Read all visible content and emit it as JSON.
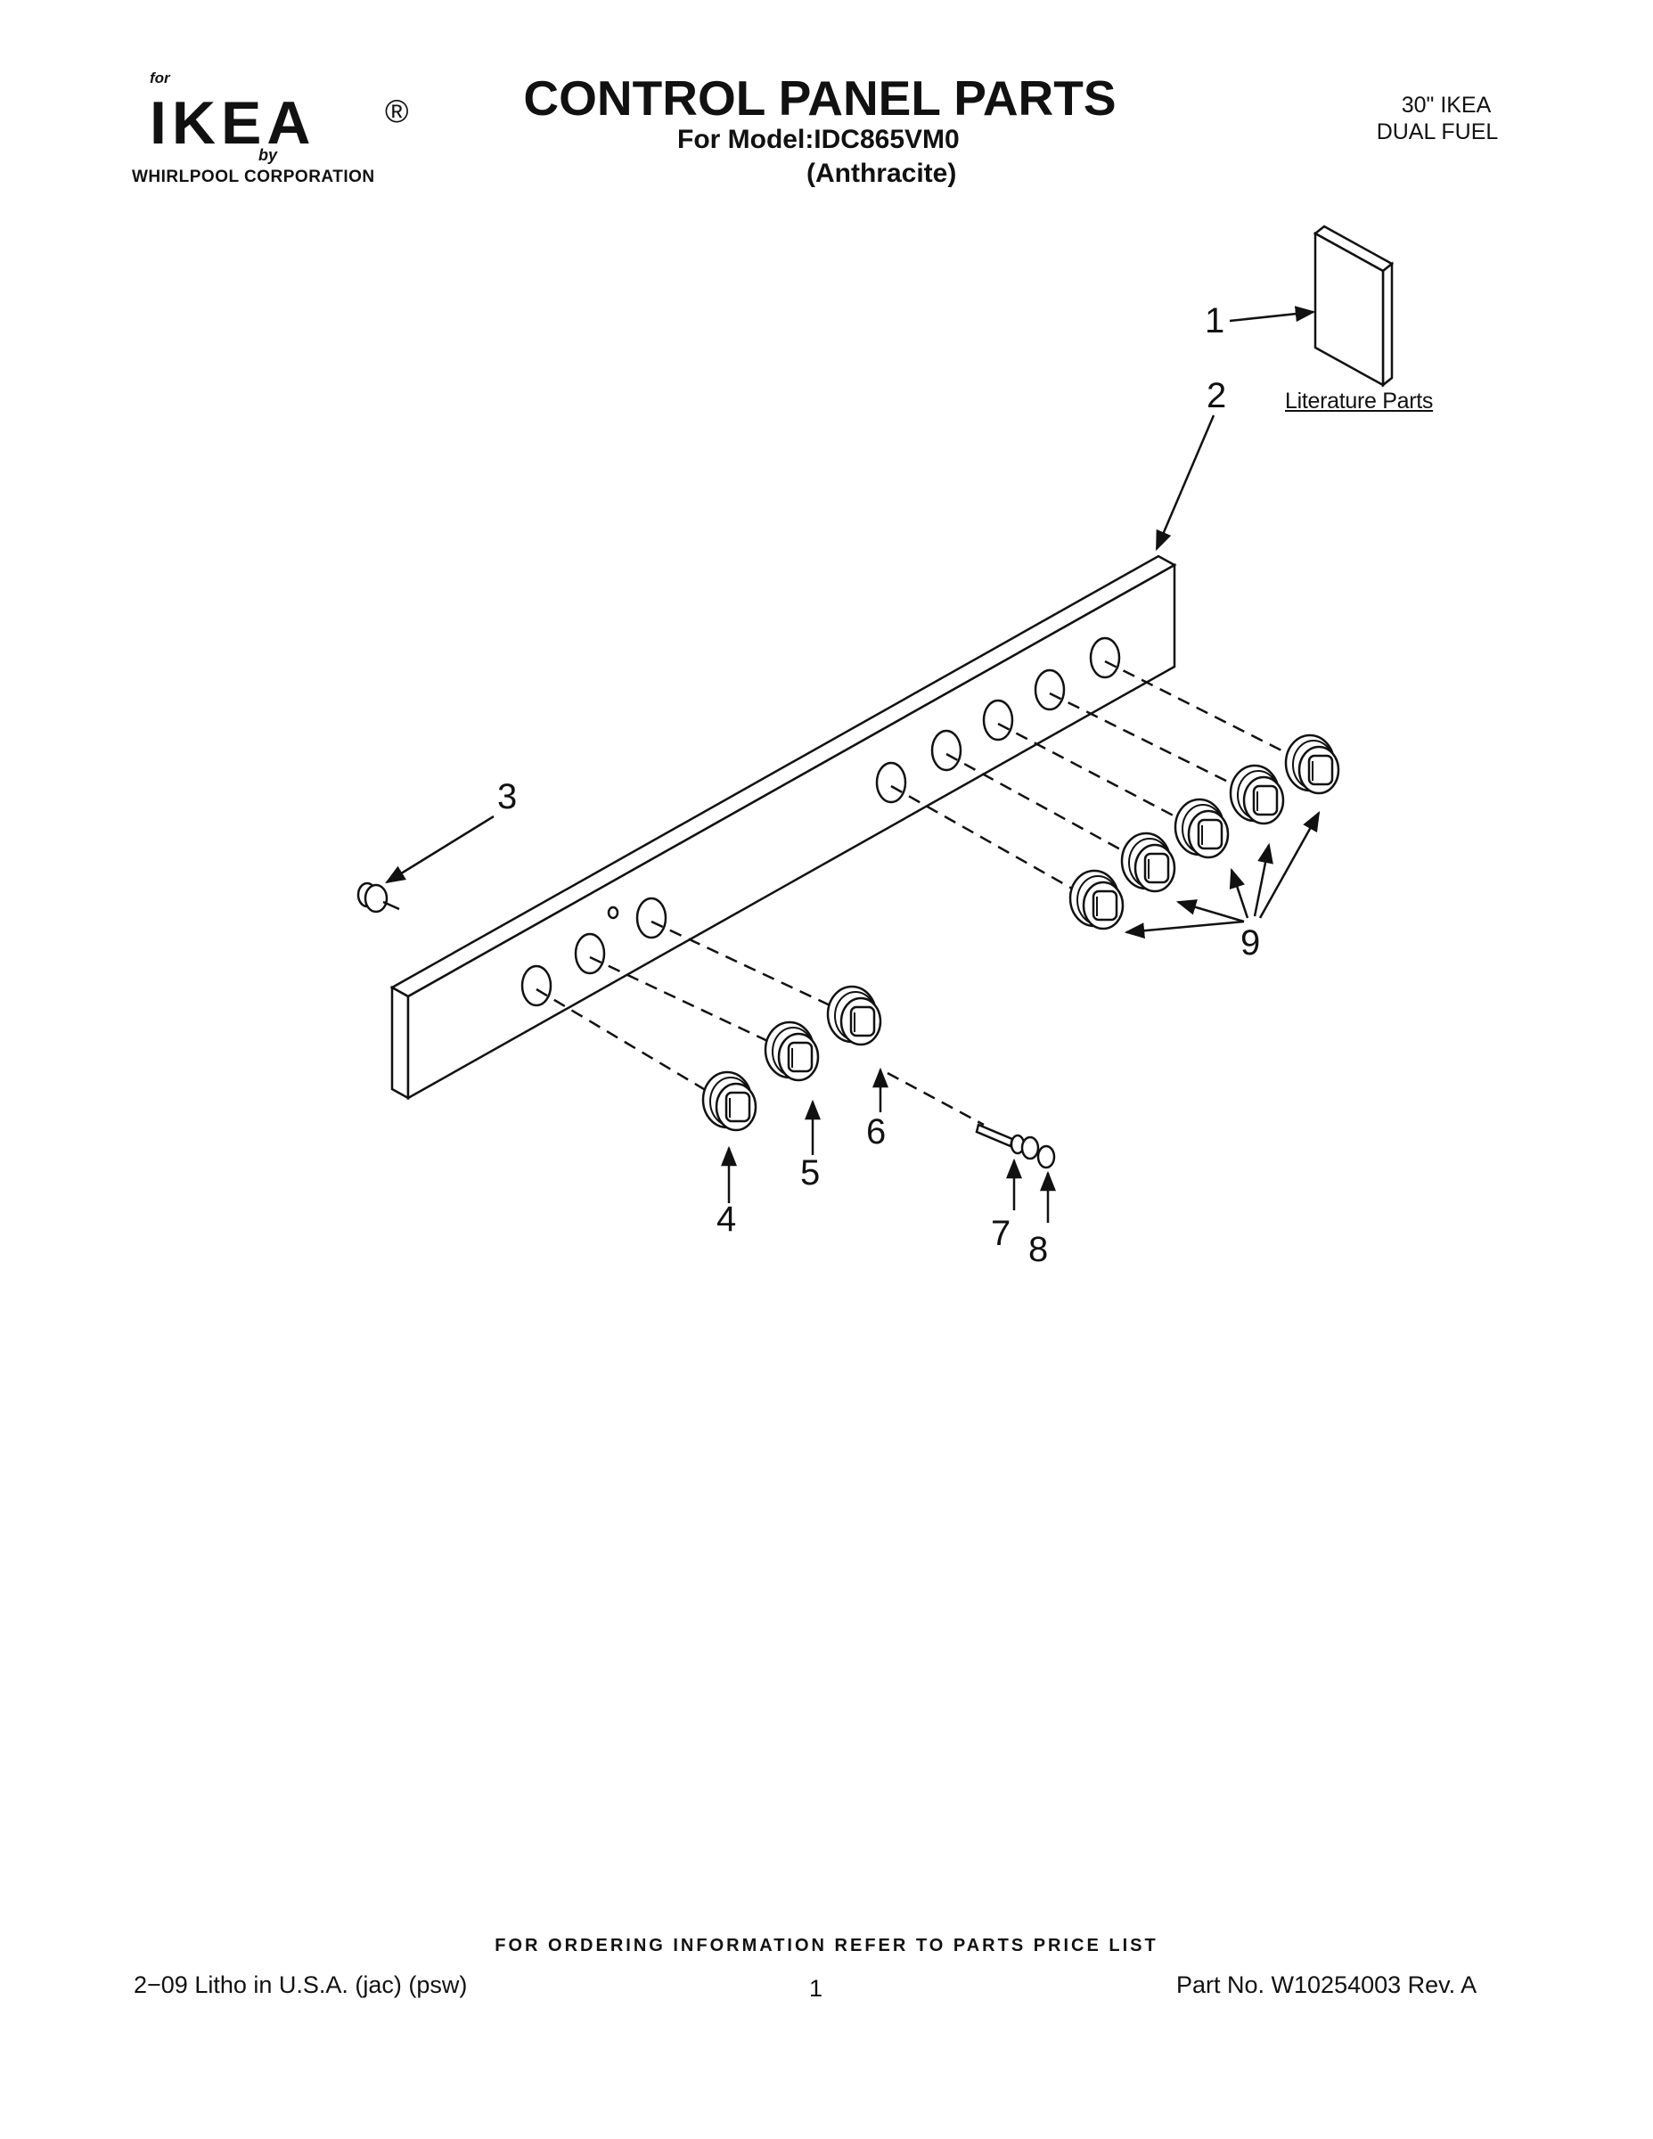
{
  "header": {
    "logo": {
      "for_text": "for",
      "brand": "IKEA",
      "registered": "®",
      "by_text": "by",
      "corporation": "WHIRLPOOL CORPORATION"
    },
    "title": "CONTROL PANEL PARTS",
    "model_line": "For Model:IDC865VM0",
    "color_line": "(Anthracite)",
    "product_line_1": "30\" IKEA",
    "product_line_2": "DUAL FUEL"
  },
  "diagram": {
    "literature_label": "Literature Parts",
    "callouts": [
      "1",
      "2",
      "3",
      "4",
      "5",
      "6",
      "7",
      "8",
      "9"
    ]
  },
  "footer": {
    "ordering": "FOR ORDERING INFORMATION REFER TO PARTS PRICE LIST",
    "litho": "2−09 Litho in U.S.A. (jac) (psw)",
    "page": "1",
    "part_no": "Part No. W10254003 Rev. A"
  }
}
